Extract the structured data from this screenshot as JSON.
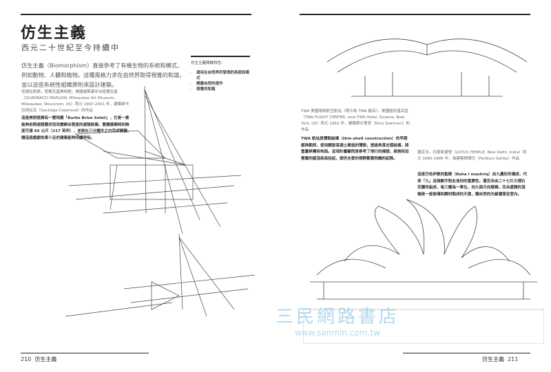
{
  "left_page": {
    "title": "仿生主義",
    "subtitle": "西元二十世紀至今持續中",
    "intro": "仿生主義（Biomorphism）直接參考了有機生物的系統和模式，例如動物、人體和植物。這種風格力求在自然界取得視覺的和諧，並以這些系統性組織原則來設計建築。",
    "sidebar": {
      "heading": "仿生主義關鍵特色：",
      "items": [
        "運用在自然界所發現的系統和模式",
        "模擬自然的運作",
        "視覺的和諧"
      ]
    },
    "caption": "夸德拉奇館，密爾瓦基美術館，美國威斯康辛州密爾瓦基（QUADRACCI PAVILION, Milwaukee Art Museum, Milwaukee, Wisconsin, US）西元 1997-2001 年，建築師卡拉特拉瓦（Santiago Calatrava）的作品",
    "body": "這座美術館擁有一雙飛翼「Burke Brise Soleil」，它是一套能夠依照遮陽需求而改變開合程度的遮陽設備。雙翼展開時的跨度可達 66 公尺（217 英呎），並能在三分鐘半之內完成開闔，讓這座戲劇效果十足的建築能夠持續呼吸。",
    "footer": {
      "page": "210",
      "section": "仿生主義"
    }
  },
  "right_page": {
    "twa": {
      "caption": "TWA 美國環球航空航站（現今為 TWA 飯店），美國紐約皇后區（TWA FLIGHT CENTER, now TWA Hotel, Queens, New York, US）西元 1962 年，建築師沙里寧（Eero Saarinen）的作品",
      "body": "TWA 航站是薄殼結構（thin-shell construction）的早期經典範例，使用鋼筋混凝土建造的薄殼，透過角落支撐結構，將重量移轉到地面。這項計畫顯然是參考了飛行的樣貌，兩側宛如雙翼的屋頂高高抬起，提供全景的視野觀賞飛機的起降。"
    },
    "lotus": {
      "caption": "蓮花寺，印度新德里（LOTUS TEMPLE, New Delhi, India）西元 1980-1986 年，為建築師薩巴（Fariborz Sahba）作品",
      "body": "這座巴哈伊教的聖殿（Baha i mashriq）由九邊形所構成，代表「九」這個數字對此信仰的重要性。蓮花寺由二十七片大理石花瓣所組成，每三瓣為一單位，向九個方向展開。花朵盛開的頂端是一座玻璃和鋼材製成的天窗，讓自然的光線灑落至室內。"
    },
    "footer": {
      "page": "211",
      "section": "仿生主義"
    }
  },
  "watermark": {
    "name": "三民網路書店",
    "url": "www.sanmin.com.tw"
  }
}
